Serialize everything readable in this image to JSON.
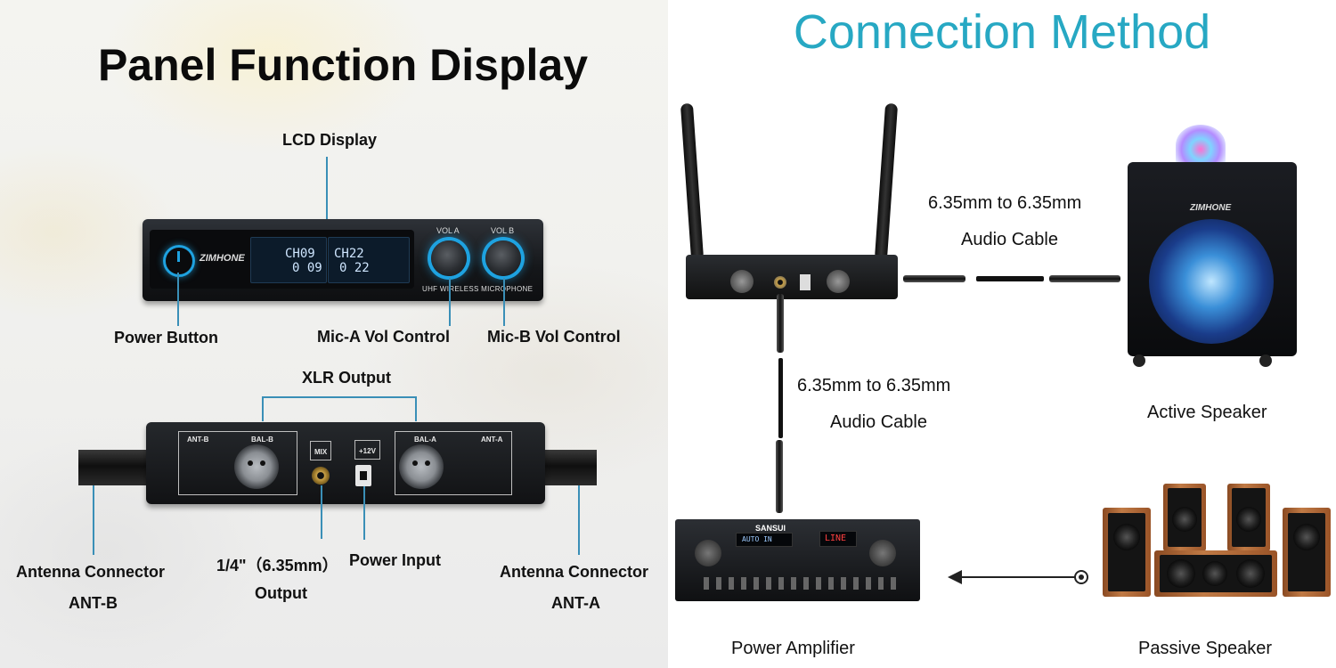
{
  "left_title": "Panel Function Display",
  "right_title": "Connection Method",
  "front_panel": {
    "brand": "ZIMHONE",
    "ch_a": "CH09",
    "freq_a": "0 09",
    "ch_b": "CH22",
    "freq_b": "0 22",
    "vol_a_label": "VOL A",
    "vol_b_label": "VOL B",
    "model_text": "UHF WIRELESS MICROPHONE",
    "callouts": {
      "lcd": "LCD Display",
      "power": "Power Button",
      "mic_a": "Mic-A Vol Control",
      "mic_b": "Mic-B Vol Control"
    }
  },
  "rear_panel": {
    "jacks": {
      "ant_b": "ANT-B",
      "bal_b": "BAL-B",
      "mix": "MIX",
      "dc": "+12V",
      "bal_a": "BAL-A",
      "ant_a": "ANT-A"
    },
    "callouts": {
      "xlr": "XLR Output",
      "antenna": "Antenna Connector",
      "ant_b": "ANT-B",
      "ant_a": "ANT-A",
      "quarter": "1/4\"（6.35mm）",
      "output": "Output",
      "power": "Power Input"
    }
  },
  "connection": {
    "cable_top_line1": "6.35mm to 6.35mm",
    "cable_top_line2": "Audio Cable",
    "cable_mid_line1": "6.35mm to 6.35mm",
    "cable_mid_line2": "Audio Cable",
    "active_speaker": "Active Speaker",
    "active_speaker_brand": "ZIMHONE",
    "power_amplifier": "Power Amplifier",
    "amp_brand": "SANSUI",
    "amp_display_left": "AUTO IN",
    "amp_display_right": "LINE",
    "passive_speaker": "Passive Speaker"
  },
  "colors": {
    "accent_blue": "#3a8fb7",
    "title_teal": "#27a8c3",
    "knob_glow": "#1ea2e0"
  }
}
